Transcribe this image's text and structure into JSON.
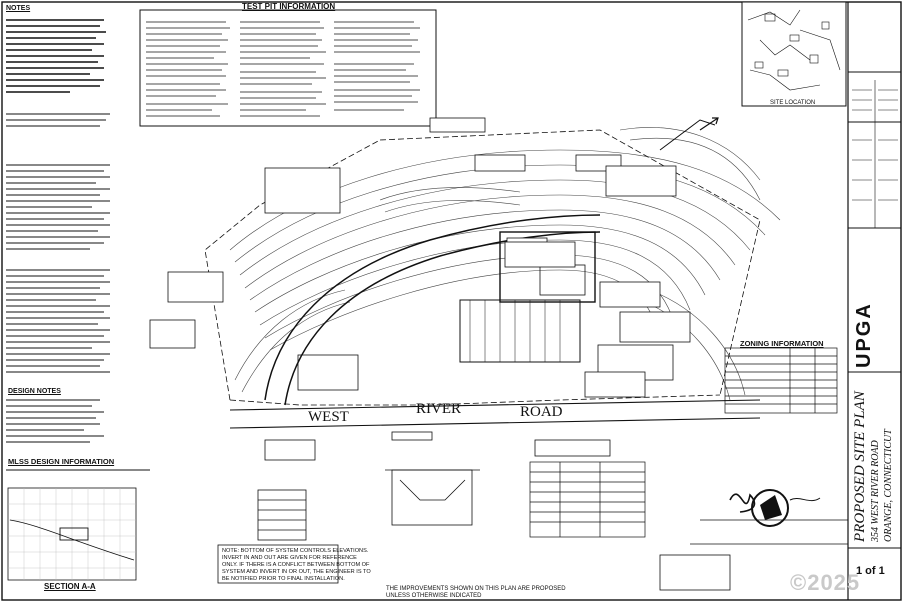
{
  "sheet": {
    "notes_title": "NOTES",
    "test_pit_title": "TEST PIT INFORMATION",
    "design_notes_title": "DESIGN NOTES",
    "mlss_title": "MLSS DESIGN INFORMATION",
    "zoning_title": "ZONING INFORMATION",
    "site_location_label": "SITE LOCATION",
    "section_title": "SECTION A-A",
    "road_words": [
      "WEST",
      "RIVER",
      "ROAD"
    ],
    "elevation_note": "NOTE: BOTTOM OF SYSTEM CONTROLS ELEVATIONS. INVERT IN AND OUT ARE GIVEN FOR REFERENCE ONLY. IF THERE IS A CONFLICT BETWEEN BOTTOM OF SYSTEM AND INVERT IN OR OUT, THE ENGINEER IS TO BE NOTIFIED PRIOR TO FINAL INSTALLATION.",
    "bottom_note_line1": "THE IMPROVEMENTS SHOWN ON THIS PLAN ARE PROPOSED",
    "bottom_note_line2": "UNLESS OTHERWISE INDICATED",
    "title_block": {
      "logo": "UPGA",
      "plan_title": "PROPOSED SITE PLAN",
      "address_line1": "354 WEST RIVER ROAD",
      "address_line2": "ORANGE, CONNECTICUT",
      "sheet_number": "1 of 1"
    },
    "watermark": "©2025"
  }
}
